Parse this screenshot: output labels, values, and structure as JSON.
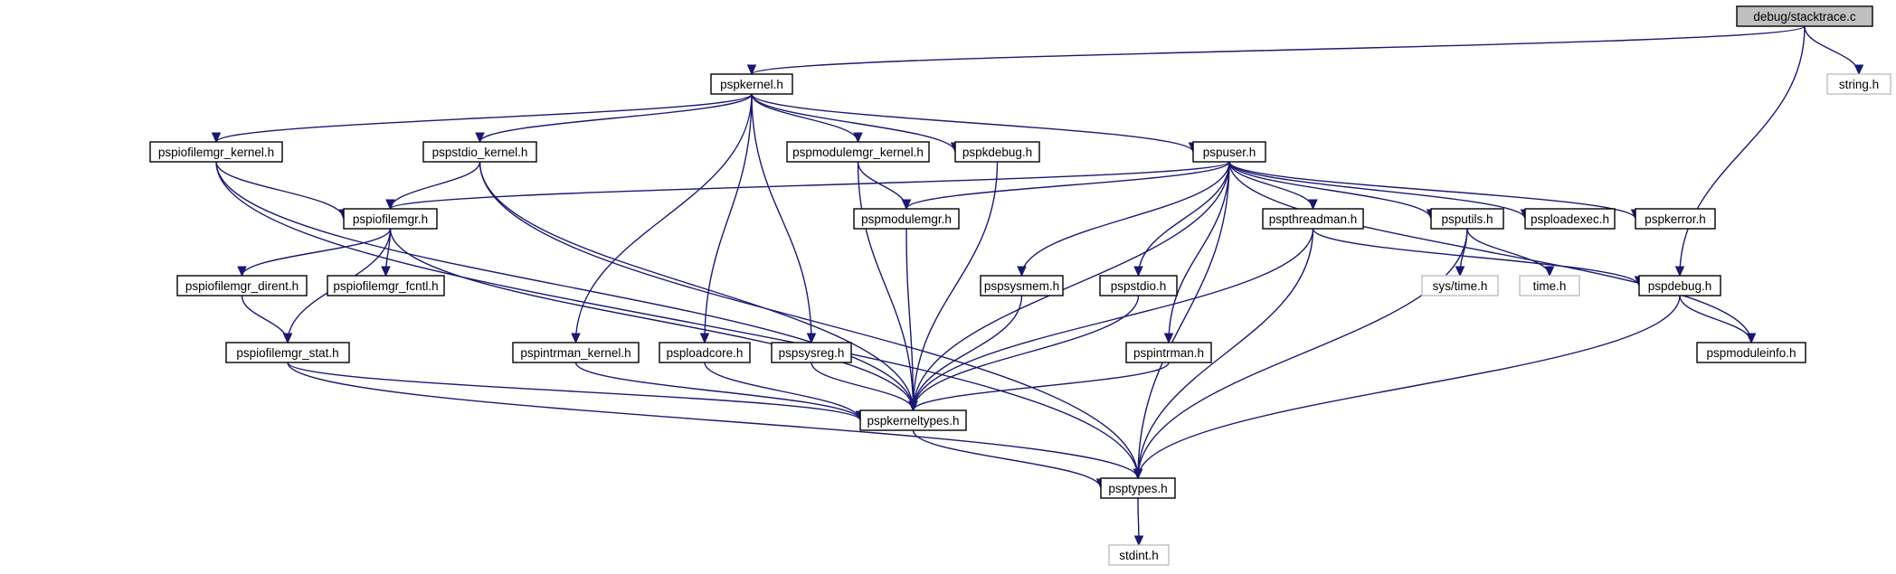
{
  "root": "debug/stacktrace.c",
  "nodes": [
    {
      "id": "stacktrace",
      "label": "debug/stacktrace.c",
      "style": "root"
    },
    {
      "id": "pspkernel",
      "label": "pspkernel.h",
      "style": "normal"
    },
    {
      "id": "string",
      "label": "string.h",
      "style": "external"
    },
    {
      "id": "pspdebug",
      "label": "pspdebug.h",
      "style": "normal"
    },
    {
      "id": "pspiofilemgr_kernel",
      "label": "pspiofilemgr_kernel.h",
      "style": "normal"
    },
    {
      "id": "pspstdio_kernel",
      "label": "pspstdio_kernel.h",
      "style": "normal"
    },
    {
      "id": "pspmodulemgr_kernel",
      "label": "pspmodulemgr_kernel.h",
      "style": "normal"
    },
    {
      "id": "pspkdebug",
      "label": "pspkdebug.h",
      "style": "normal"
    },
    {
      "id": "pspuser",
      "label": "pspuser.h",
      "style": "normal"
    },
    {
      "id": "pspiofilemgr",
      "label": "pspiofilemgr.h",
      "style": "normal"
    },
    {
      "id": "pspmodulemgr",
      "label": "pspmodulemgr.h",
      "style": "normal"
    },
    {
      "id": "pspthreadman",
      "label": "pspthreadman.h",
      "style": "normal"
    },
    {
      "id": "psputils",
      "label": "psputils.h",
      "style": "normal"
    },
    {
      "id": "psploadexec",
      "label": "psploadexec.h",
      "style": "normal"
    },
    {
      "id": "pspkerror",
      "label": "pspkerror.h",
      "style": "normal"
    },
    {
      "id": "pspiofilemgr_dirent",
      "label": "pspiofilemgr_dirent.h",
      "style": "normal"
    },
    {
      "id": "pspiofilemgr_fcntl",
      "label": "pspiofilemgr_fcntl.h",
      "style": "normal"
    },
    {
      "id": "pspsysmem",
      "label": "pspsysmem.h",
      "style": "normal"
    },
    {
      "id": "pspstdio",
      "label": "pspstdio.h",
      "style": "normal"
    },
    {
      "id": "systime",
      "label": "sys/time.h",
      "style": "external"
    },
    {
      "id": "time",
      "label": "time.h",
      "style": "external"
    },
    {
      "id": "pspiofilemgr_stat",
      "label": "pspiofilemgr_stat.h",
      "style": "normal"
    },
    {
      "id": "pspintrman_kernel",
      "label": "pspintrman_kernel.h",
      "style": "normal"
    },
    {
      "id": "psploadcore",
      "label": "psploadcore.h",
      "style": "normal"
    },
    {
      "id": "pspsysreg",
      "label": "pspsysreg.h",
      "style": "normal"
    },
    {
      "id": "pspintrman",
      "label": "pspintrman.h",
      "style": "normal"
    },
    {
      "id": "pspmoduleinfo",
      "label": "pspmoduleinfo.h",
      "style": "normal"
    },
    {
      "id": "pspkerneltypes",
      "label": "pspkerneltypes.h",
      "style": "normal"
    },
    {
      "id": "psptypes",
      "label": "psptypes.h",
      "style": "normal"
    },
    {
      "id": "stdint",
      "label": "stdint.h",
      "style": "external"
    }
  ],
  "edges": [
    [
      "stacktrace",
      "pspkernel"
    ],
    [
      "stacktrace",
      "string"
    ],
    [
      "stacktrace",
      "pspdebug"
    ],
    [
      "pspkernel",
      "pspiofilemgr_kernel"
    ],
    [
      "pspkernel",
      "pspstdio_kernel"
    ],
    [
      "pspkernel",
      "pspmodulemgr_kernel"
    ],
    [
      "pspkernel",
      "pspkdebug"
    ],
    [
      "pspkernel",
      "pspuser"
    ],
    [
      "pspkernel",
      "pspintrman_kernel"
    ],
    [
      "pspkernel",
      "psploadcore"
    ],
    [
      "pspkernel",
      "pspsysreg"
    ],
    [
      "pspiofilemgr_kernel",
      "pspiofilemgr"
    ],
    [
      "pspiofilemgr_kernel",
      "pspkerneltypes"
    ],
    [
      "pspiofilemgr_kernel",
      "psptypes"
    ],
    [
      "pspstdio_kernel",
      "pspiofilemgr"
    ],
    [
      "pspstdio_kernel",
      "pspkerneltypes"
    ],
    [
      "pspstdio_kernel",
      "psptypes"
    ],
    [
      "pspmodulemgr_kernel",
      "pspmodulemgr"
    ],
    [
      "pspmodulemgr_kernel",
      "pspkerneltypes"
    ],
    [
      "pspkdebug",
      "pspkerneltypes"
    ],
    [
      "pspuser",
      "pspiofilemgr"
    ],
    [
      "pspuser",
      "pspmodulemgr"
    ],
    [
      "pspuser",
      "pspthreadman"
    ],
    [
      "pspuser",
      "psputils"
    ],
    [
      "pspuser",
      "psploadexec"
    ],
    [
      "pspuser",
      "pspkerror"
    ],
    [
      "pspuser",
      "pspmoduleinfo"
    ],
    [
      "pspuser",
      "pspsysmem"
    ],
    [
      "pspuser",
      "pspstdio"
    ],
    [
      "pspuser",
      "pspintrman"
    ],
    [
      "pspuser",
      "pspkerneltypes"
    ],
    [
      "pspuser",
      "psptypes"
    ],
    [
      "pspiofilemgr",
      "pspiofilemgr_dirent"
    ],
    [
      "pspiofilemgr",
      "pspiofilemgr_fcntl"
    ],
    [
      "pspiofilemgr",
      "pspiofilemgr_stat"
    ],
    [
      "pspiofilemgr",
      "pspkerneltypes"
    ],
    [
      "pspiofilemgr_dirent",
      "pspiofilemgr_stat"
    ],
    [
      "pspiofilemgr_stat",
      "pspkerneltypes"
    ],
    [
      "pspiofilemgr_stat",
      "psptypes"
    ],
    [
      "pspmodulemgr",
      "pspkerneltypes"
    ],
    [
      "pspthreadman",
      "pspdebug"
    ],
    [
      "pspthreadman",
      "pspkerneltypes"
    ],
    [
      "pspthreadman",
      "psptypes"
    ],
    [
      "psputils",
      "systime"
    ],
    [
      "psputils",
      "time"
    ],
    [
      "psputils",
      "psptypes"
    ],
    [
      "pspdebug",
      "pspmoduleinfo"
    ],
    [
      "pspdebug",
      "psptypes"
    ],
    [
      "pspsysmem",
      "pspkerneltypes"
    ],
    [
      "pspstdio",
      "pspkerneltypes"
    ],
    [
      "pspintrman",
      "pspkerneltypes"
    ],
    [
      "pspintrman_kernel",
      "pspkerneltypes"
    ],
    [
      "psploadcore",
      "pspkerneltypes"
    ],
    [
      "pspsysreg",
      "pspkerneltypes"
    ],
    [
      "pspkerneltypes",
      "psptypes"
    ],
    [
      "psptypes",
      "stdint"
    ]
  ],
  "colors": {
    "edge": "#191970",
    "root_fill": "#bfbfbf",
    "external_border": "#bfbfbf"
  }
}
